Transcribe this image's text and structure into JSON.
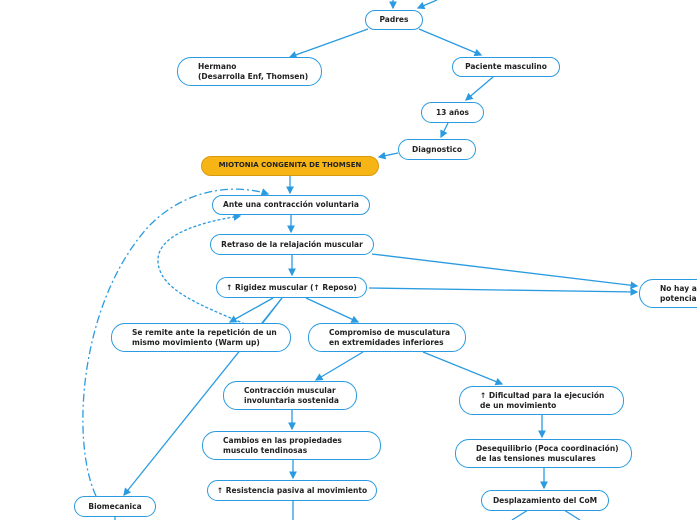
{
  "nodes": {
    "padres": "Padres",
    "hermano": "Hermano\n(Desarrolla Enf, Thomsen)",
    "paciente": "Paciente masculino",
    "edad": "13 años",
    "diagnostico": "Diagnostico",
    "miotonia": "MIOTONIA CONGENITA DE THOMSEN",
    "ante": "Ante una contracción voluntaria",
    "retraso": "Retraso de la relajación muscular",
    "rigidez": "↑ Rigidez muscular (↑ Reposo)",
    "nohay": "No hay ac\npotencial",
    "seremite": "Se remite ante la repetición de un\nmismo movimiento (Warm up)",
    "compromiso": "Compromiso de musculatura\nen extremidades inferiores",
    "contraccion": "Contracción muscular\ninvoluntaria sostenida",
    "dificultad": "↑ Dificultad para la ejecución\nde un movimiento",
    "cambios": "Cambios en las propiedades\nmusculo tendinosas",
    "desequilibrio": "Desequilibrio (Poca coordinación)\nde las tensiones musculares",
    "resistencia": "↑ Resistencia pasiva al movimiento",
    "desplazamiento": "Desplazamiento del CoM",
    "biomecanica": "Biomecanica"
  },
  "colors": {
    "line": "#2a9be0",
    "highlight": "#f7b515"
  }
}
